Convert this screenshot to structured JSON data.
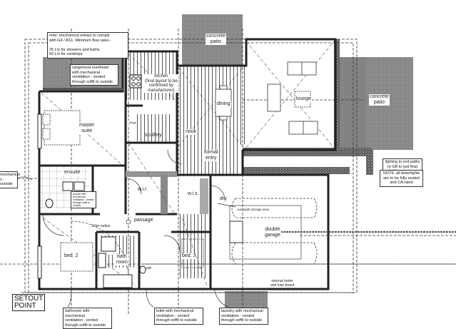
{
  "drawing": {
    "type": "architectural floor plan",
    "colors": {
      "wall": "#2b2b2b",
      "patio": "#8a8a8a",
      "patio_dark": "#6e6e6e",
      "timber_floor_line": "#555555",
      "dashed": "#333333",
      "paper": "#ffffff"
    }
  },
  "rooms": {
    "concrete_patio_top": "concrete\npatio",
    "concrete_patio_right": "concrete\npatio",
    "kitchen": "kitchen\n(final layout to be\nconfirmed by\nmanufacturer)",
    "fridge": "fridge",
    "scullery": "scullery",
    "nook": "nook",
    "dining": "dining",
    "lounge": "lounge",
    "master_suite": "master\nsuite",
    "ensuite": "ensuite",
    "wir": "w.i.r.",
    "formal_entry": "formal\nentry",
    "wis": "w.i.s.",
    "dry": "dry",
    "passage": "passage",
    "radius_note": "3.0m radius",
    "bed2": "bed. 2",
    "bath_room": "bath\nroom",
    "bed3": "bed. 3",
    "powder": "pdr",
    "double_garage": "double\ngarage",
    "overnight_storage": "overnight storage area",
    "internal_meter": "internal meter\nand fuse board",
    "setout_point": "SETOUT\nPOINT"
  },
  "notes": {
    "mechanical_extract": "note: mechanical extract to comply\nwith G4 / AS1. Minimum flow rates -\n\n25 L/s for showers and baths\n50 L/s for cooktops",
    "rangehood": "rangehood overhead\nwith mechanical\nventilation - vented\nthrough soffit to outside",
    "ensuite_vent": "ensuite with\nmechanical\nventilation - vented\nthrough soffit to outside",
    "left_vent": "mechanical\nn\noutside",
    "lighting": "lighting to exit paths\nto GB to suit final\nlighting designs",
    "downlights": "NOTE: all downlights\nare to be fully sealed\nand CA rated",
    "bathroom_vent": "bathroom with mechanical\nventilation - vented\nthrough soffit to outside",
    "toilet_vent": "toilet with mechanical\nventilation - vented\nthrough soffit to outside",
    "laundry_vent": "laundry with mechanical\nventilation - vented\nthrough soffit to outside"
  }
}
